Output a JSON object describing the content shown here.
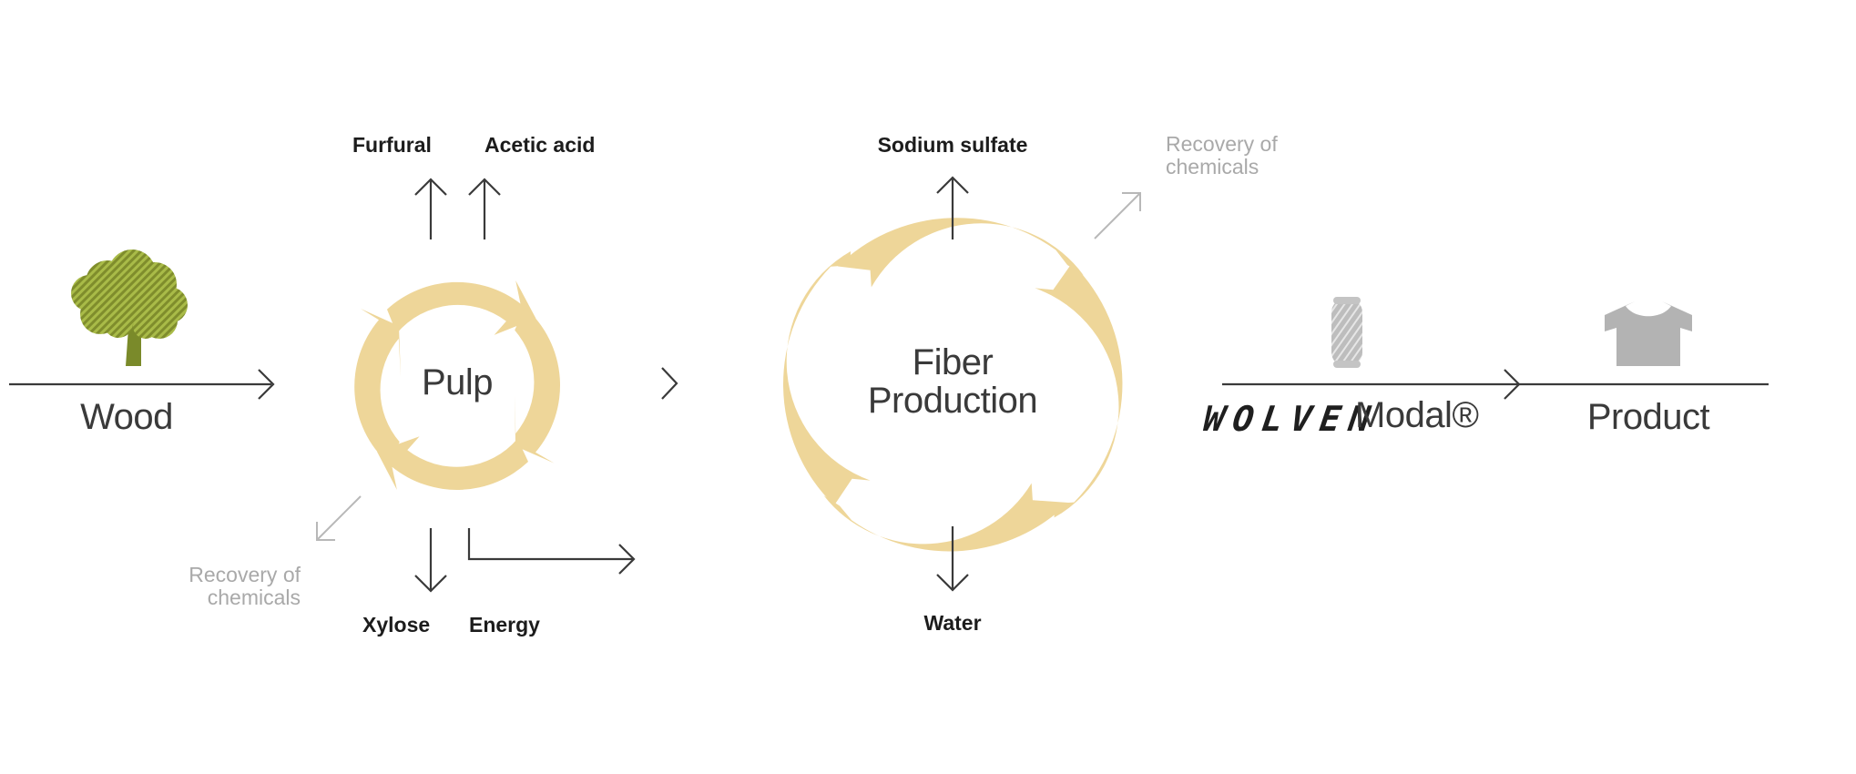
{
  "colors": {
    "ring": "#eed699",
    "arrow": "#3a3a3a",
    "arrow_light": "#b8b8b8",
    "tree": "#97ab3a",
    "product_icon": "#b3b3b3"
  },
  "stages": {
    "wood": "Wood",
    "pulp": "Pulp",
    "fiber_line1": "Fiber",
    "fiber_line2": "Production",
    "product": "Product"
  },
  "pulp_outputs": {
    "furfural": "Furfural",
    "acetic_acid": "Acetic acid",
    "xylose": "Xylose",
    "energy": "Energy",
    "recovery_line1": "Recovery of",
    "recovery_line2": "chemicals"
  },
  "fiber_outputs": {
    "sodium_sulfate": "Sodium sulfate",
    "water": "Water",
    "recovery_line1": "Recovery of",
    "recovery_line2": "chemicals"
  },
  "brand": {
    "wolven": "WOLVEN",
    "modal": "Modal®"
  },
  "icons": {
    "wood": "tree-icon",
    "yarn": "yarn-spool-icon",
    "product": "t-shirt-icon"
  }
}
